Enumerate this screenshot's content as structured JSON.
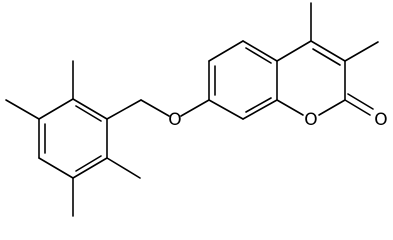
{
  "molecule": {
    "atoms": [
      {
        "label": "O",
        "role": "ether-oxygen"
      },
      {
        "label": "O",
        "role": "ring-oxygen"
      },
      {
        "label": "O",
        "role": "carbonyl-oxygen"
      }
    ]
  },
  "colors": {
    "bond": "#000000",
    "background": "#ffffff"
  }
}
